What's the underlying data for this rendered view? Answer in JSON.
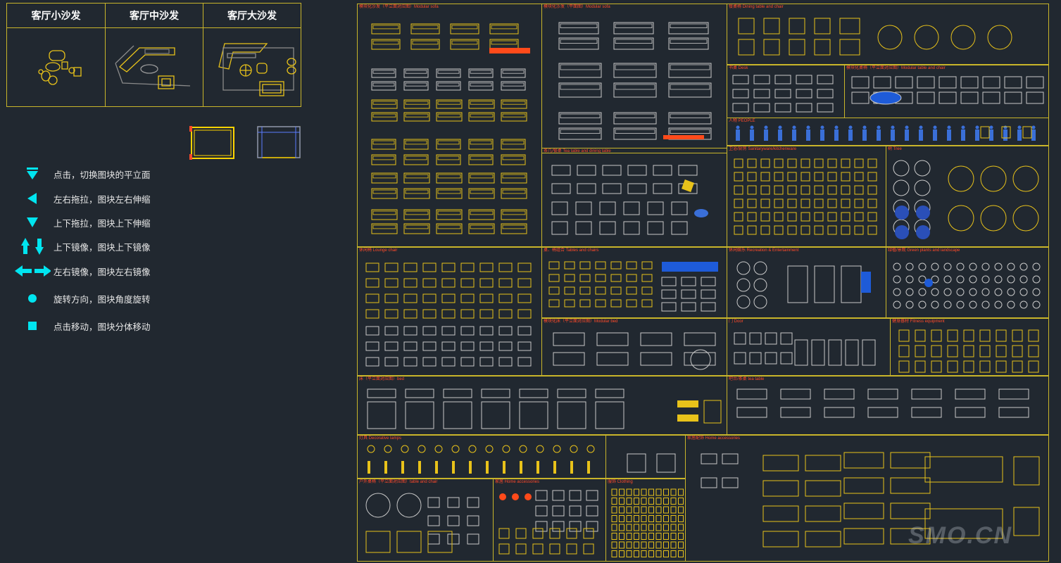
{
  "sofa_table": {
    "headers": [
      "客厅小沙发",
      "客厅中沙发",
      "客厅大沙发"
    ]
  },
  "legend": [
    {
      "icon": "triangle-down-icon",
      "text": "点击，切换图块的平立面"
    },
    {
      "icon": "arrow-left-icon",
      "text": "左右拖拉，图块左右伸缩"
    },
    {
      "icon": "arrow-down-icon",
      "text": "上下拖拉，图块上下伸缩"
    },
    {
      "icon": "arrows-up-down-icon",
      "text": "上下镜像，图块上下镜像"
    },
    {
      "icon": "arrows-left-right-icon",
      "text": "左右镜像，图块左右镜像"
    },
    {
      "icon": "circle-dot-icon",
      "text": "旋转方向，图块角度旋转"
    },
    {
      "icon": "square-dot-icon",
      "text": "点击移动，图块分体移动"
    }
  ],
  "panels": [
    {
      "key": "p1",
      "title": "模块化沙发（平立面对应图）Modular sofa"
    },
    {
      "key": "p2",
      "title": "模块化沙发（平面图）Modular sofa"
    },
    {
      "key": "p3",
      "title": "餐桌椅 Dining table and chair"
    },
    {
      "key": "p4",
      "title": "书桌 Desk"
    },
    {
      "key": "p5",
      "title": "模块化桌椅（平立面对应图）Modular table and chair"
    },
    {
      "key": "p6",
      "title": "人物 PEOPLE"
    },
    {
      "key": "p7",
      "title": "茶几/餐桌 Tea table and dining table"
    },
    {
      "key": "p8",
      "title": "卫浴/厨房 Sanitaryware/kitchenware"
    },
    {
      "key": "p9",
      "title": "树 Tree"
    },
    {
      "key": "p10",
      "title": "休闲椅 Lounge chair"
    },
    {
      "key": "p11",
      "title": "桌、椅组合 Tables and chairs"
    },
    {
      "key": "p12",
      "title": "休闲娱乐 Recreation & Entertainment"
    },
    {
      "key": "p13",
      "title": "绿植/景观 Green plants and landscape"
    },
    {
      "key": "p14",
      "title": "模块化床（平立面对应图）Modular bed"
    },
    {
      "key": "p15",
      "title": "门 Door"
    },
    {
      "key": "p16",
      "title": "健身器材 Fitness equipment"
    },
    {
      "key": "p17",
      "title": "床（平立面对应图）bed"
    },
    {
      "key": "p18",
      "title": "吧台/茶桌 tea table"
    },
    {
      "key": "p19",
      "title": "灯具 Decorative lamps"
    },
    {
      "key": "p20",
      "title": ""
    },
    {
      "key": "p21",
      "title": "家居配饰 Home accessories"
    },
    {
      "key": "p22",
      "title": "户外桌椅（平立面对应图）table and chair"
    },
    {
      "key": "p23",
      "title": "家居 Home accessories"
    },
    {
      "key": "p24",
      "title": "服饰 Clothing"
    }
  ],
  "watermark": "SMO.CN",
  "colors": {
    "background": "#212830",
    "line": "#c9b52a",
    "block": "#e8c21a",
    "accent": "#00e5f0",
    "title": "#ff4a2a"
  }
}
